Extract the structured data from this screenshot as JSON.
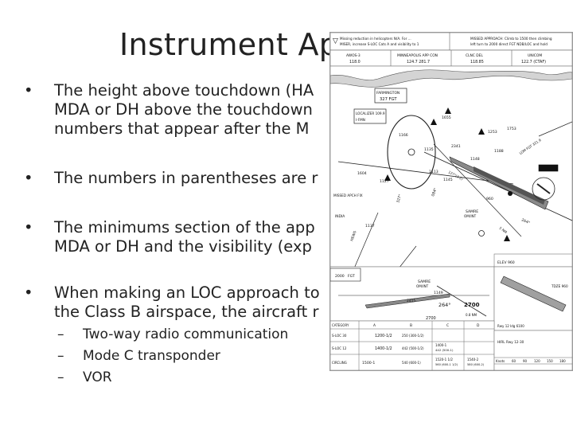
{
  "slide": {
    "title": "Instrument Ap",
    "bullets": [
      {
        "lines": [
          "The height above touchdown (HA",
          "MDA or DH above the touchdown",
          "numbers that appear after the M"
        ]
      },
      {
        "lines": [
          "The numbers in parentheses are r"
        ]
      },
      {
        "lines": [
          "The minimums section of the app",
          "MDA or DH and the visibility (exp"
        ]
      },
      {
        "lines": [
          "When making an LOC approach to",
          "the Class B airspace, the aircraft r"
        ]
      }
    ],
    "subitems": [
      "Two-way radio communication",
      "Mode C transponder",
      "VOR"
    ],
    "bullet_glyph": "•",
    "dash_glyph": "–"
  },
  "approach_chart": {
    "header": {
      "notes": [
        "Missing reduction in helicopters N/A. For ...",
        "MISER, increase S-LOC Cats A and visibility to 1"
      ],
      "missed_approach": [
        "MISSED APPROACH: Climb to 1500 then climbing",
        "left turn to 2000 direct FGT NDB/LOC and hold"
      ],
      "freq_labels": [
        "AWOS-3",
        "MINNEAPOLIS APP CON",
        "CLNC DEL",
        "UNICOM"
      ],
      "freq_values": [
        "118.0",
        "124.7  281.7",
        "118.85",
        "122.7 (CTAF)"
      ]
    },
    "plan_view": {
      "labels": [
        "FARMINGTON",
        "327 FGT",
        "LOCALIZER 109.9",
        "I-FMN",
        "1166",
        "1135",
        "1113",
        "1253",
        "1655",
        "1753",
        "2341",
        "1604",
        "1127",
        "1148",
        "1188",
        "1145",
        "960",
        "SAMRE",
        "OM/INT",
        "MISSED APCH FIX",
        "INDIA",
        "1137",
        "LOM FGT 321.9"
      ],
      "course_labels": [
        "127°(3.2)",
        "327°",
        "264°",
        "084°",
        "HEWS",
        "5 NM"
      ]
    },
    "profile": {
      "labels": [
        "SAMRE",
        "OM/INT",
        "2700",
        "2700",
        "264°",
        "0.8 NM",
        "FGT",
        "TDZE 960",
        "ELEV 960",
        "Rwy 12 Idg 6100"
      ],
      "altitudes": [
        "2000",
        "1149",
        "2415"
      ]
    },
    "minimums": {
      "categories": [
        "CATEGORY",
        "A",
        "B",
        "C",
        "D"
      ],
      "rows": [
        {
          "label": "S-LOC 30",
          "values": [
            "1200-1/2",
            "250 (300-1/2)"
          ]
        },
        {
          "label": "S-LOC 12",
          "values": [
            "1400-1/2",
            "442 (500-1/2)",
            "1400-1",
            "442 (500-1)"
          ]
        },
        {
          "label": "CIRCLING",
          "values": [
            "1500-1",
            "540 (600-1)",
            "1520-1 1/2",
            "560 (600-1 1/2)",
            "1540-2",
            "580 (600-2)"
          ]
        }
      ],
      "hirl": "HIRL Rwy 12-30",
      "table_head": [
        "Knots",
        "60",
        "90",
        "120",
        "150",
        "180"
      ]
    }
  }
}
